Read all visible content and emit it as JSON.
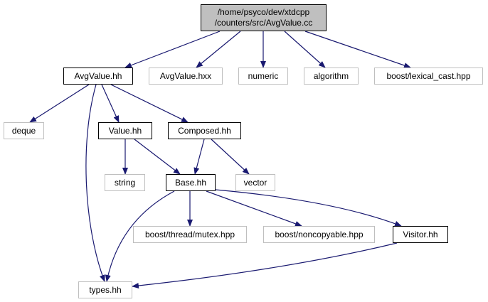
{
  "diagram": {
    "colors": {
      "edge": "#191970",
      "root_fill": "#bfbfbf",
      "system_border": "#bfbfbf",
      "local_border": "#000000"
    },
    "nodes": [
      {
        "id": "root",
        "name": "node-avgvalue-cc",
        "label": "/home/psyco/dev/xtdcpp\n/counters/src/AvgValue.cc",
        "kind": "root"
      },
      {
        "id": "avgvalue_hh",
        "name": "node-avgvalue-hh",
        "label": "AvgValue.hh",
        "kind": "local"
      },
      {
        "id": "avgvalue_hxx",
        "name": "node-avgvalue-hxx",
        "label": "AvgValue.hxx",
        "kind": "system"
      },
      {
        "id": "numeric",
        "name": "node-numeric",
        "label": "numeric",
        "kind": "system"
      },
      {
        "id": "algorithm",
        "name": "node-algorithm",
        "label": "algorithm",
        "kind": "system"
      },
      {
        "id": "lexical_cast",
        "name": "node-boost-lexical-cast",
        "label": "boost/lexical_cast.hpp",
        "kind": "system"
      },
      {
        "id": "deque",
        "name": "node-deque",
        "label": "deque",
        "kind": "system"
      },
      {
        "id": "value_hh",
        "name": "node-value-hh",
        "label": "Value.hh",
        "kind": "local"
      },
      {
        "id": "composed_hh",
        "name": "node-composed-hh",
        "label": "Composed.hh",
        "kind": "local"
      },
      {
        "id": "string",
        "name": "node-string",
        "label": "string",
        "kind": "system"
      },
      {
        "id": "base_hh",
        "name": "node-base-hh",
        "label": "Base.hh",
        "kind": "local"
      },
      {
        "id": "vector",
        "name": "node-vector",
        "label": "vector",
        "kind": "system"
      },
      {
        "id": "mutex",
        "name": "node-boost-thread-mutex",
        "label": "boost/thread/mutex.hpp",
        "kind": "system"
      },
      {
        "id": "noncopyable",
        "name": "node-boost-noncopyable",
        "label": "boost/noncopyable.hpp",
        "kind": "system"
      },
      {
        "id": "visitor_hh",
        "name": "node-visitor-hh",
        "label": "Visitor.hh",
        "kind": "local"
      },
      {
        "id": "types_hh",
        "name": "node-types-hh",
        "label": "types.hh",
        "kind": "system"
      }
    ],
    "edges": [
      {
        "from": "root",
        "to": "avgvalue_hh"
      },
      {
        "from": "root",
        "to": "avgvalue_hxx"
      },
      {
        "from": "root",
        "to": "numeric"
      },
      {
        "from": "root",
        "to": "algorithm"
      },
      {
        "from": "root",
        "to": "lexical_cast"
      },
      {
        "from": "avgvalue_hh",
        "to": "deque"
      },
      {
        "from": "avgvalue_hh",
        "to": "value_hh"
      },
      {
        "from": "avgvalue_hh",
        "to": "composed_hh"
      },
      {
        "from": "avgvalue_hh",
        "to": "types_hh"
      },
      {
        "from": "value_hh",
        "to": "string"
      },
      {
        "from": "value_hh",
        "to": "base_hh"
      },
      {
        "from": "composed_hh",
        "to": "base_hh"
      },
      {
        "from": "composed_hh",
        "to": "vector"
      },
      {
        "from": "base_hh",
        "to": "types_hh"
      },
      {
        "from": "base_hh",
        "to": "mutex"
      },
      {
        "from": "base_hh",
        "to": "noncopyable"
      },
      {
        "from": "base_hh",
        "to": "visitor_hh"
      },
      {
        "from": "visitor_hh",
        "to": "types_hh"
      }
    ]
  }
}
